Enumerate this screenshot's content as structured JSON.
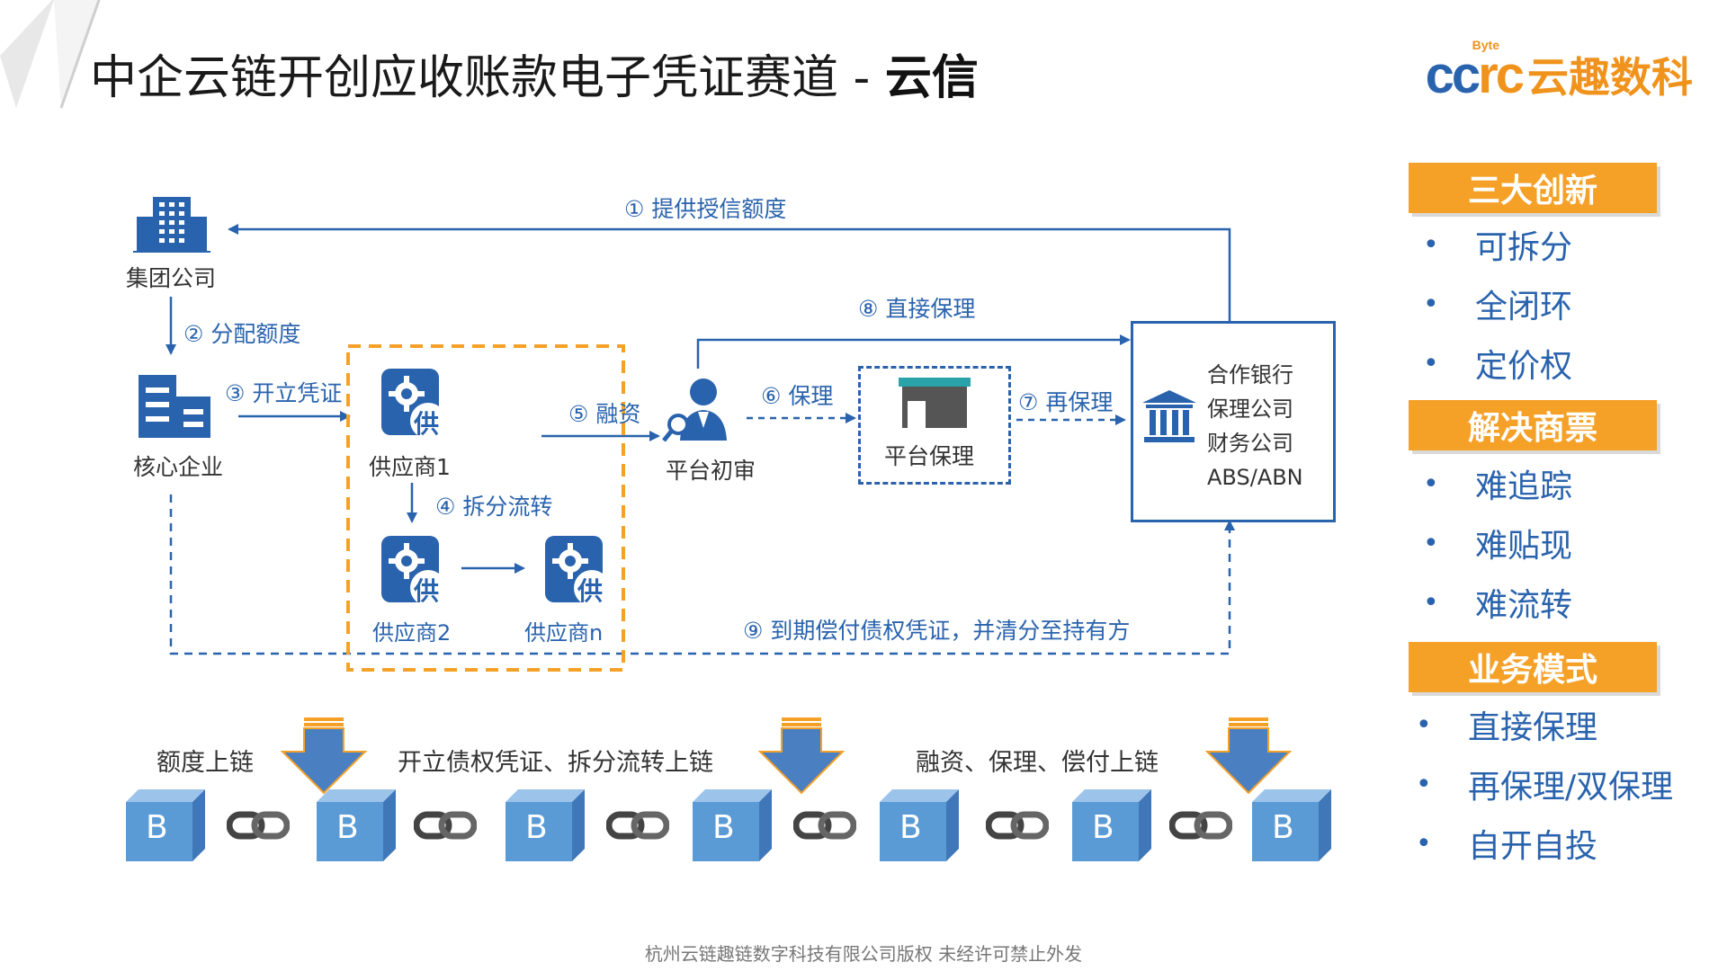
{
  "header": {
    "title_main": "中企云链开创应收账款电子凭证赛道 - ",
    "title_bold": "云信",
    "logo_mark": "ccrc",
    "logo_sup": "Byte",
    "logo_text": "云趣数科"
  },
  "nodes": {
    "group_company": "集团公司",
    "core_enterprise": "核心企业",
    "supplier1": "供应商1",
    "supplier2": "供应商2",
    "suppliern": "供应商n",
    "supplier_badge": "供",
    "platform_review": "平台初审",
    "platform_factoring": "平台保理",
    "bank_lines": [
      "合作银行",
      "保理公司",
      "财务公司",
      "ABS/ABN"
    ]
  },
  "steps": {
    "s1": "① 提供授信额度",
    "s2": "② 分配额度",
    "s3": "③ 开立凭证",
    "s4": "④ 拆分流转",
    "s5": "⑤ 融资",
    "s6": "⑥ 保理",
    "s7": "⑦ 再保理",
    "s8": "⑧ 直接保理",
    "s9": "⑨ 到期偿付债权凭证，并清分至持有方"
  },
  "chain": {
    "labels": [
      "额度上链",
      "开立债权凭证、拆分流转上链",
      "融资、保理、偿付上链"
    ],
    "block_letter": "B"
  },
  "sidebar": {
    "sections": [
      {
        "heading": "三大创新",
        "items": [
          "可拆分",
          "全闭环",
          "定价权"
        ]
      },
      {
        "heading": "解决商票",
        "items": [
          "难追踪",
          "难贴现",
          "难流转"
        ]
      },
      {
        "heading": "业务模式",
        "items": [
          "直接保理",
          "再保理/双保理",
          "自开自投"
        ]
      }
    ],
    "bullet": "•"
  },
  "footer": {
    "copyright": "杭州云链趣链数字科技有限公司版权 未经许可禁止外发"
  },
  "colors": {
    "primary_blue": "#2a63ad",
    "accent_orange": "#f5a128",
    "block_blue": "#5b9bd5"
  }
}
